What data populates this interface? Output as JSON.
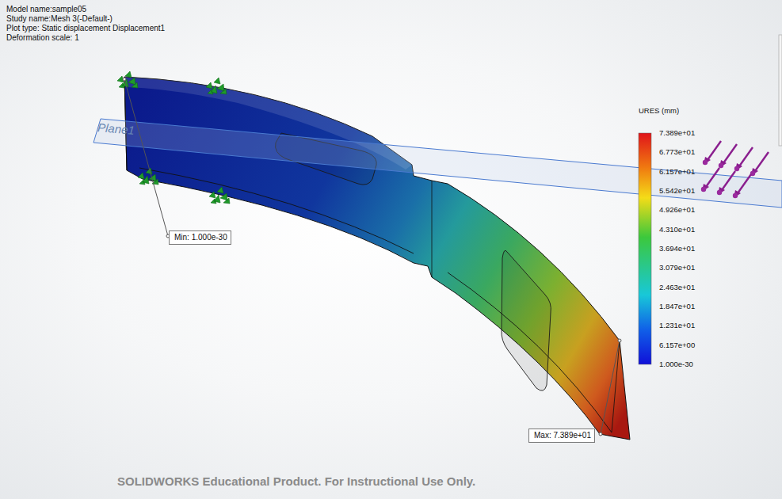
{
  "diagram": {
    "nodes": [
      {
        "text": [
          "Min: 1.000e-30"
        ]
      },
      {
        "text": [
          "Max: 7.389e+01"
        ]
      }
    ],
    "labels": [
      "Model name:sample05",
      "Study name:Mesh 3(-Default-)",
      "Plot type: Static displacement Displacement1",
      "Deformation scale: 1",
      "Plane1",
      "URES (mm)",
      "7.389e+01",
      "6.773e+01",
      "6.157e+01",
      "5.542e+01",
      "4.926e+01",
      "4.310e+01",
      "3.694e+01",
      "3.079e+01",
      "2.463e+01",
      "1.847e+01",
      "1.231e+01",
      "6.157e+00",
      "1.000e-30",
      "SOLIDWORKS Educational Product. For Instructional Use Only."
    ]
  }
}
